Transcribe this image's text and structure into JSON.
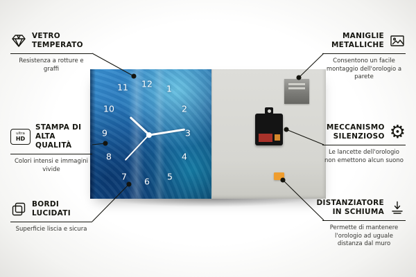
{
  "product": {
    "clock_numbers": [
      "11",
      "12",
      "1",
      "2",
      "3",
      "4",
      "5",
      "6",
      "7",
      "8",
      "9",
      "10"
    ]
  },
  "icons": {
    "ultra_hd": {
      "line1": "ultra",
      "line2": "HD"
    },
    "gear_glyph": "⚙"
  },
  "callouts": {
    "left": [
      {
        "title": "VETRO TEMPERATO",
        "subtitle": "Resistenza a rotture e graffi"
      },
      {
        "title": "STAMPA DI ALTA QUALITÀ",
        "subtitle": "Colori intensi e immagini vivide"
      },
      {
        "title": "BORDI LUCIDATI",
        "subtitle": "Superficie liscia e sicura"
      }
    ],
    "right": [
      {
        "title": "MANIGLIE METALLICHE",
        "subtitle": "Consentono un facile montaggio dell'orologio a parete"
      },
      {
        "title": "MECCANISMO SILENZIOSO",
        "subtitle": "Le lancette dell'orologio non emettono alcun suono"
      },
      {
        "title": "DISTANZIATORE IN SCHIUMA",
        "subtitle": "Permette di mantenere l'orologio ad uguale distanza dal muro"
      }
    ]
  }
}
